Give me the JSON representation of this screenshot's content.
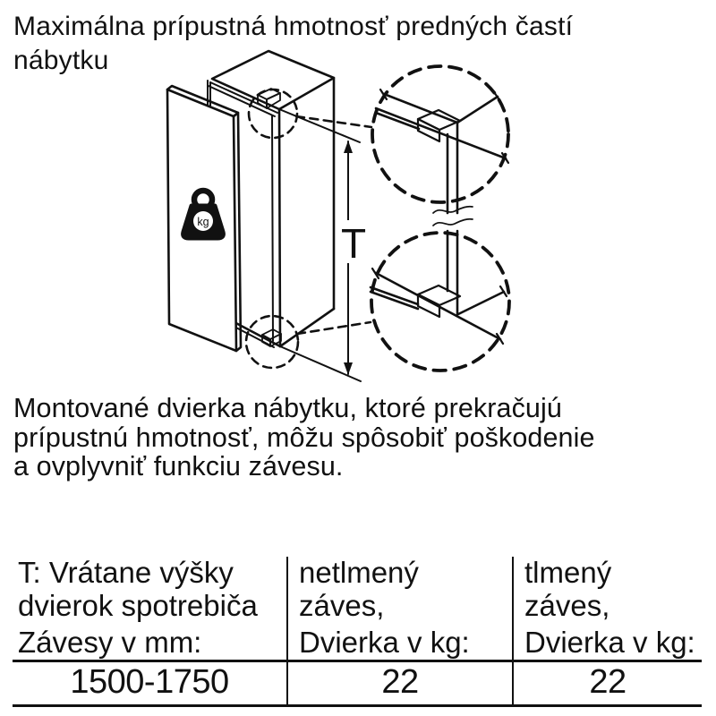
{
  "page": {
    "language": "sk",
    "title": "Maximálna prípustná hmotnosť predných častí nábytku",
    "title_lines": [
      "Maximálna prípustná hmotnosť predných častí",
      "nábytku"
    ],
    "body_lines": [
      "Montované dvierka nábytku, ktoré prekračujú",
      "prípustnú hmotnosť, môžu spôsobiť poškodenie",
      "a ovplyvniť funkciu závesu."
    ]
  },
  "diagram": {
    "description": "Exploded view of furniture door in front of appliance column with hinge detail callouts",
    "dimension_label": "T",
    "weight_icon_label": "kg"
  },
  "table": {
    "columns": [
      {
        "header_lines": [
          "T: Vrátane výšky",
          "dvierok spotrebiča"
        ],
        "subheader": "Závesy v mm:",
        "value": "1500-1750"
      },
      {
        "header_lines": [
          "netlmený",
          "záves,"
        ],
        "subheader": "Dvierka v kg:",
        "value": "22"
      },
      {
        "header_lines": [
          "tlmený",
          "záves,"
        ],
        "subheader": "Dvierka v kg:",
        "value": "22"
      }
    ]
  },
  "colors": {
    "ink": "#111111",
    "background": "#ffffff"
  }
}
